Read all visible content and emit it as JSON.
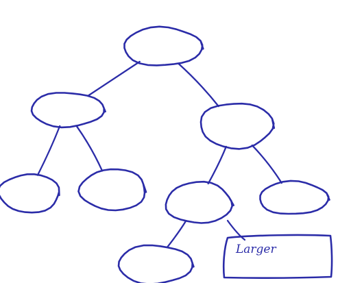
{
  "diagram": {
    "ink_color": "#2b2ca8",
    "background": "#ffffff",
    "nodes": [
      {
        "id": "root"
      },
      {
        "id": "left"
      },
      {
        "id": "right"
      },
      {
        "id": "left-left"
      },
      {
        "id": "left-right"
      },
      {
        "id": "right-left"
      },
      {
        "id": "right-right"
      },
      {
        "id": "right-left-left"
      }
    ],
    "edges": [
      {
        "from": "root",
        "to": "left"
      },
      {
        "from": "root",
        "to": "right"
      },
      {
        "from": "left",
        "to": "left-left"
      },
      {
        "from": "left",
        "to": "left-right"
      },
      {
        "from": "right",
        "to": "right-left"
      },
      {
        "from": "right",
        "to": "right-right"
      },
      {
        "from": "right-left",
        "to": "right-left-left"
      }
    ],
    "callout": {
      "text": "Larger",
      "attached_to": "right-left"
    }
  }
}
